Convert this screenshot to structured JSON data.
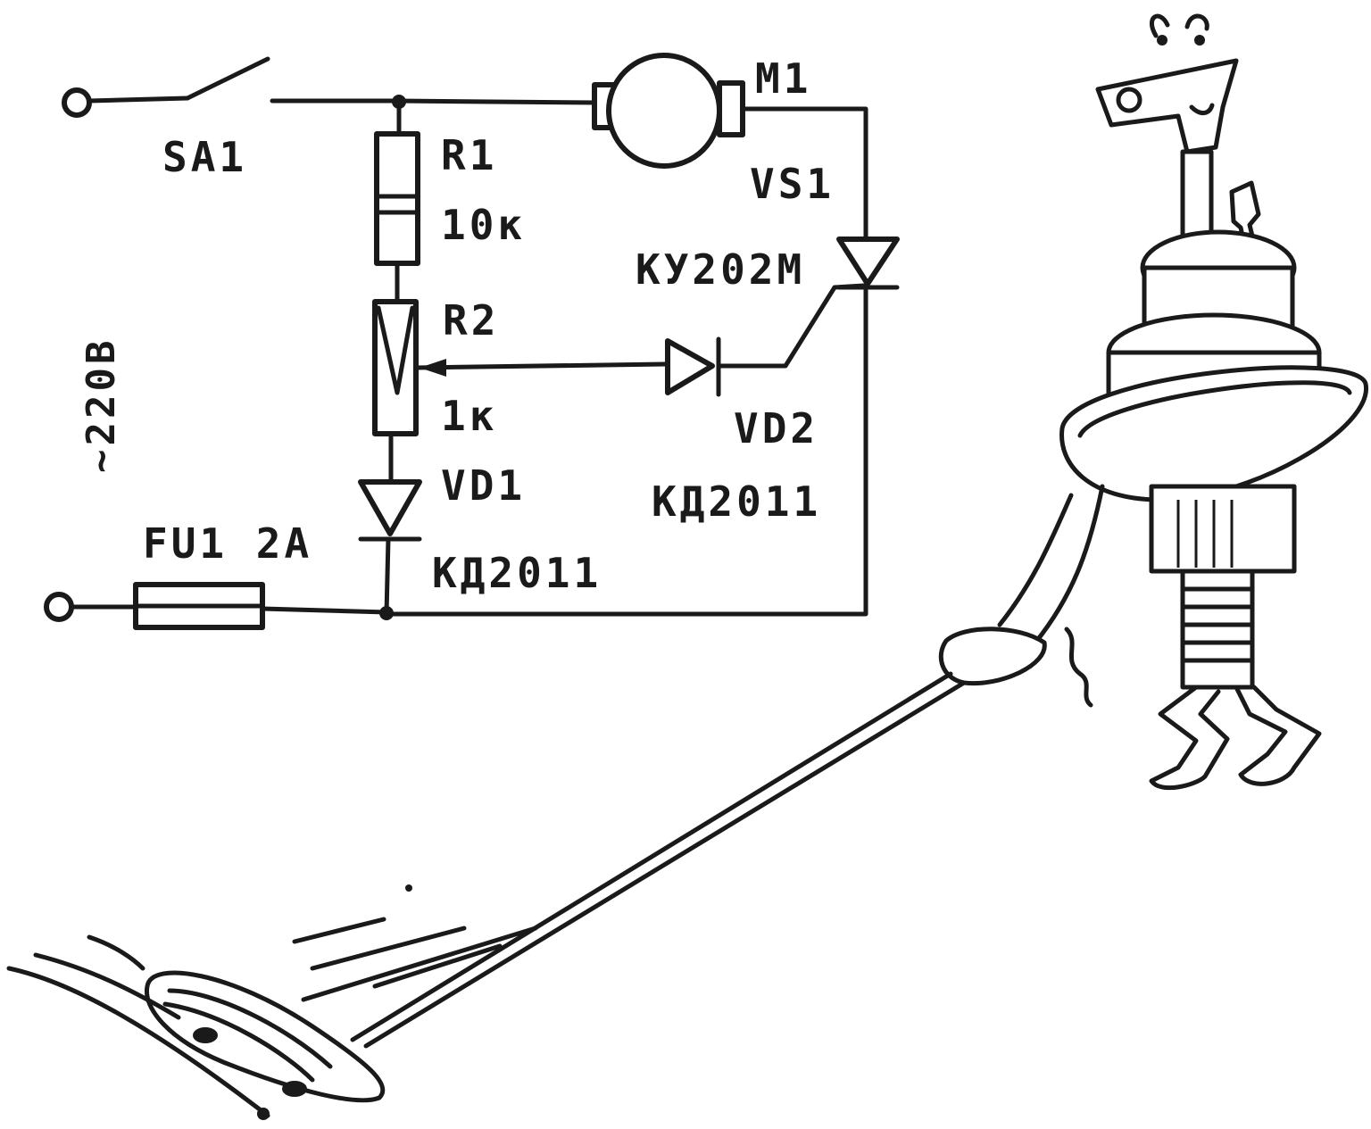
{
  "schematic": {
    "switch": "SA1",
    "motor": "M1",
    "thyristor": {
      "ref": "VS1",
      "type": "КУ202М"
    },
    "resistor1": {
      "ref": "R1",
      "value": "10к"
    },
    "resistor2": {
      "ref": "R2",
      "value": "1к"
    },
    "diode1": {
      "ref": "VD1",
      "type": "КД2011"
    },
    "diode2": {
      "ref": "VD2",
      "type": "КД2011"
    },
    "fuse": "FU1 2A",
    "supply": "~220В"
  },
  "colors": {
    "ink": "#1a1a1a",
    "paper": "#ffffff"
  }
}
